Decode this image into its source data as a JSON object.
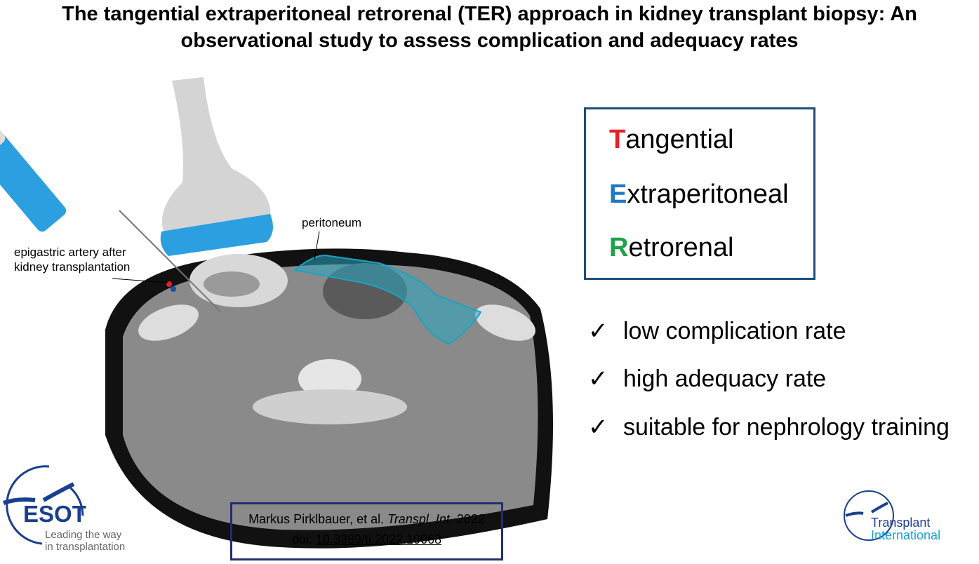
{
  "title": {
    "line1": "The tangential extraperitoneal retrorenal (TER) approach in kidney transplant biopsy: An",
    "line2": "observational study to assess complication and adequacy rates"
  },
  "figure": {
    "label_peritoneum": "peritoneum",
    "label_artery_1": "epigastric artery after",
    "label_artery_2": "kidney transplantation"
  },
  "ter": {
    "items": [
      {
        "letter": "T",
        "rest": "angential",
        "color": "#e8202a"
      },
      {
        "letter": "E",
        "rest": "xtraperitoneal",
        "color": "#1f78c8"
      },
      {
        "letter": "R",
        "rest": "etrorenal",
        "color": "#1fa34a"
      }
    ]
  },
  "benefits": {
    "check": "✓",
    "items": [
      "low complication rate",
      "high adequacy rate",
      "suitable for nephrology training"
    ]
  },
  "citation": {
    "authors": "Markus Pirklbauer, et al.",
    "journal": "Transpl. Int.",
    "year": "2022",
    "doi_label": "doi:",
    "doi": "10.3389/ti.2022.10068"
  },
  "logos": {
    "esot": "ESOT",
    "esot_tag1": "Leading the way",
    "esot_tag2": "in transplantation",
    "ti1": "Transplant",
    "ti2": "International"
  },
  "colors": {
    "box_border": "#1f4e79",
    "logo_blue": "#1b3f8f",
    "logo_light": "#1aa0d8"
  }
}
